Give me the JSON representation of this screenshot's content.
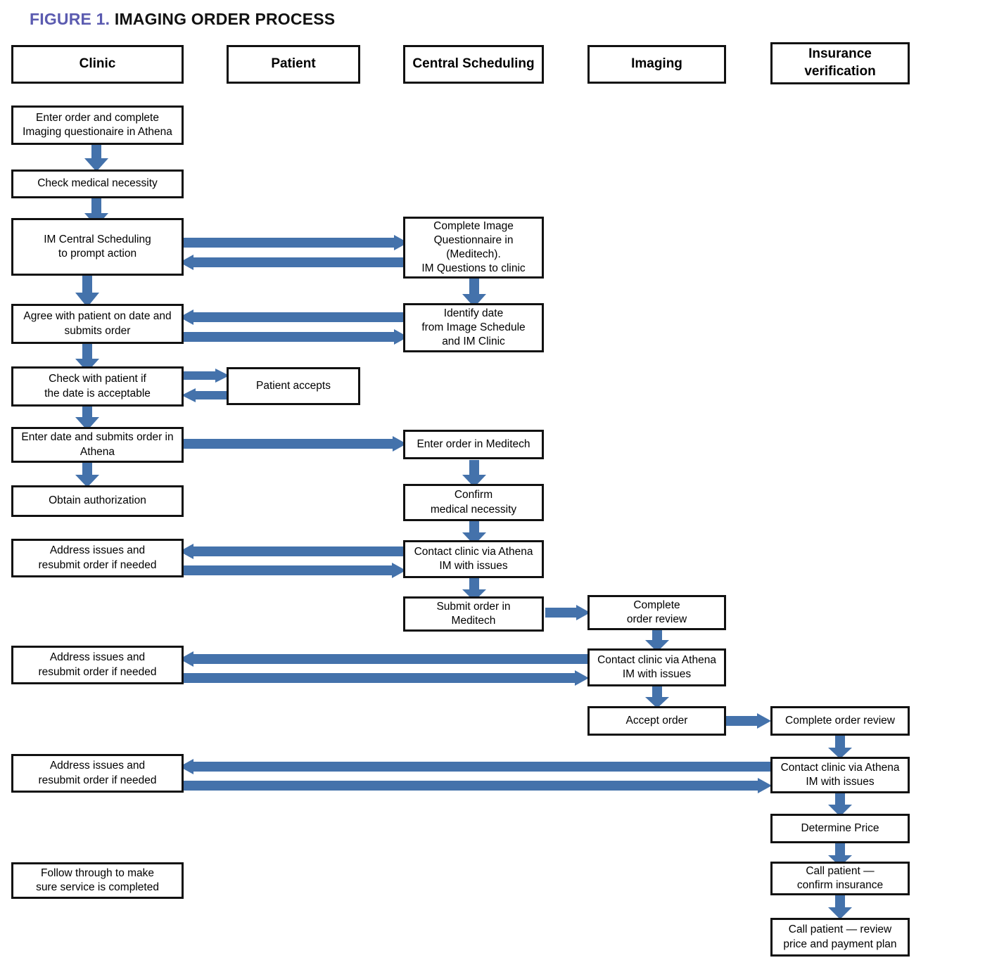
{
  "figure": {
    "number_label": "FIGURE 1.",
    "title": "IMAGING ORDER PROCESS",
    "accent_color": "#5b5bb0",
    "arrow_color": "#4472ab",
    "box_border_color": "#111111"
  },
  "columns": [
    {
      "id": "clinic",
      "label": "Clinic"
    },
    {
      "id": "patient",
      "label": "Patient"
    },
    {
      "id": "central-scheduling",
      "label": "Central Scheduling"
    },
    {
      "id": "imaging",
      "label": "Imaging"
    },
    {
      "id": "insurance-verification",
      "label": "Insurance\nverification"
    }
  ],
  "nodes": {
    "clinic": [
      {
        "id": "enter-order",
        "label": "Enter order and complete\nImaging questionaire in Athena"
      },
      {
        "id": "check-medical-necessity",
        "label": "Check medical necessity"
      },
      {
        "id": "im-central-scheduling",
        "label": "IM Central Scheduling\nto prompt action"
      },
      {
        "id": "agree-with-patient",
        "label": "Agree with patient on date and\nsubmits order"
      },
      {
        "id": "check-with-patient",
        "label": "Check with patient if\nthe date is acceptable"
      },
      {
        "id": "enter-date-submits-order",
        "label": "Enter date and submits order in\nAthena"
      },
      {
        "id": "obtain-authorization",
        "label": "Obtain authorization"
      },
      {
        "id": "address-issues-1",
        "label": "Address issues and\nresubmit order if needed"
      },
      {
        "id": "address-issues-2",
        "label": "Address issues and\nresubmit order if needed"
      },
      {
        "id": "address-issues-3",
        "label": "Address issues and\nresubmit order if needed"
      },
      {
        "id": "follow-through",
        "label": "Follow through to make\nsure service is completed"
      }
    ],
    "patient": [
      {
        "id": "patient-accepts",
        "label": "Patient accepts"
      }
    ],
    "central_scheduling": [
      {
        "id": "complete-image-questionnaire",
        "label": "Complete Image\nQuestionnaire in\n(Meditech).\nIM Questions to clinic"
      },
      {
        "id": "identify-date",
        "label": "Identify date\nfrom Image Schedule\nand IM Clinic"
      },
      {
        "id": "enter-order-meditech",
        "label": "Enter order in Meditech"
      },
      {
        "id": "confirm-medical-necessity",
        "label": "Confirm\nmedical necessity"
      },
      {
        "id": "contact-clinic-cs",
        "label": "Contact clinic via Athena\nIM with issues"
      },
      {
        "id": "submit-order-meditech",
        "label": "Submit order  in\nMeditech"
      }
    ],
    "imaging": [
      {
        "id": "complete-order-review-img",
        "label": "Complete\norder review"
      },
      {
        "id": "contact-clinic-img",
        "label": "Contact clinic via Athena\nIM with issues"
      },
      {
        "id": "accept-order",
        "label": "Accept order"
      }
    ],
    "insurance": [
      {
        "id": "complete-order-review-ins",
        "label": "Complete order review"
      },
      {
        "id": "contact-clinic-ins",
        "label": "Contact clinic via Athena\nIM with issues"
      },
      {
        "id": "determine-price",
        "label": "Determine Price"
      },
      {
        "id": "call-patient-confirm",
        "label": "Call patient —\nconfirm insurance"
      },
      {
        "id": "call-patient-review",
        "label": "Call patient — review\nprice and payment plan"
      }
    ]
  }
}
